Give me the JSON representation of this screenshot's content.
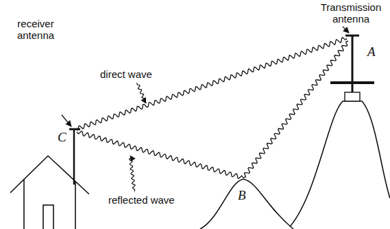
{
  "diagram": {
    "labels": [
      "Transmission antenna",
      "receiver antenna",
      "direct wave",
      "reflected wave",
      "C",
      "A",
      "B"
    ]
  }
}
